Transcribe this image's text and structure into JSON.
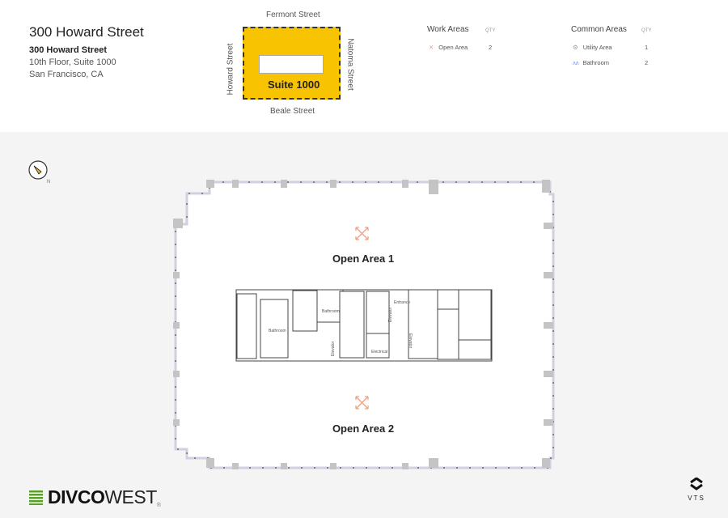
{
  "building": {
    "title": "300 Howard Street",
    "name": "300 Howard Street",
    "floor": "10th Floor, Suite 1000",
    "city": "San Francisco, CA"
  },
  "keymap": {
    "north": "Fermont Street",
    "south": "Beale Street",
    "west": "Howard Street",
    "east": "Natoma Street",
    "suite": "Suite 1000",
    "highlight_color": "#f8c300"
  },
  "work_areas": {
    "heading": "Work Areas",
    "qty_label": "QTY",
    "items": [
      {
        "label": "Open Area",
        "qty": "2",
        "icon": "expand-arrows-icon"
      }
    ]
  },
  "common_areas": {
    "heading": "Common Areas",
    "qty_label": "QTY",
    "items": [
      {
        "label": "Utility Area",
        "qty": "1",
        "icon": "gear-icon"
      },
      {
        "label": "Bathroom",
        "qty": "2",
        "icon": "restroom-icon"
      }
    ]
  },
  "floorplan": {
    "areas": [
      "Open Area 1",
      "Open Area 2"
    ],
    "rooms": [
      "Bathroom",
      "Bathroom",
      "Elevator",
      "Elevator",
      "Elevator",
      "Electrical",
      "Entrance"
    ],
    "compass_label": "N",
    "accent": "#f0a080"
  },
  "footer": {
    "brand_bold": "DIVCO",
    "brand_light": "WEST",
    "brand_mark": "®",
    "vts": "VTS"
  }
}
